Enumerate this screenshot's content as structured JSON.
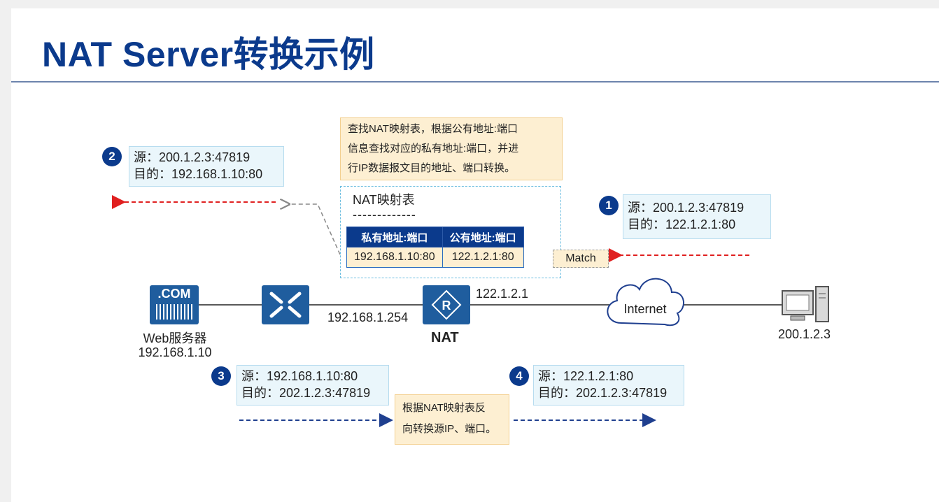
{
  "title": "NAT Server转换示例",
  "steps": {
    "step1": {
      "num": "1",
      "src": "源：200.1.2.3:47819",
      "dst": "目的：122.1.2.1:80"
    },
    "step2": {
      "num": "2",
      "src": "源：200.1.2.3:47819",
      "dst": "目的：192.168.1.10:80"
    },
    "step3": {
      "num": "3",
      "src": "源：192.168.1.10:80",
      "dst": "目的：202.1.2.3:47819"
    },
    "step4": {
      "num": "4",
      "src": "源：122.1.2.1:80",
      "dst": "目的：202.1.2.3:47819"
    }
  },
  "notes": {
    "top": [
      "查找NAT映射表，根据公有地址:端口",
      "信息查找对应的私有地址:端口，并进",
      "行IP数据报文目的地址、端口转换。"
    ],
    "bottom": [
      "根据NAT映射表反",
      "向转换源IP、端口。"
    ]
  },
  "nat_table": {
    "label": "NAT映射表",
    "separator": "-------------",
    "headers": [
      "私有地址:端口",
      "公有地址:端口"
    ],
    "row": [
      "192.168.1.10:80",
      "122.1.2.1:80"
    ],
    "match": "Match"
  },
  "devices": {
    "server": {
      "icon_text": ".COM",
      "name": "Web服务器",
      "ip": "192.168.1.10"
    },
    "switch_ip": "192.168.1.254",
    "nat": {
      "name": "NAT",
      "ip": "122.1.2.1",
      "icon_text": "R"
    },
    "internet": "Internet",
    "pc_ip": "200.1.2.3"
  },
  "colors": {
    "brand": "#0b3a8c",
    "red_arrow": "#e02020",
    "blue_arrow": "#1f3f8f"
  }
}
